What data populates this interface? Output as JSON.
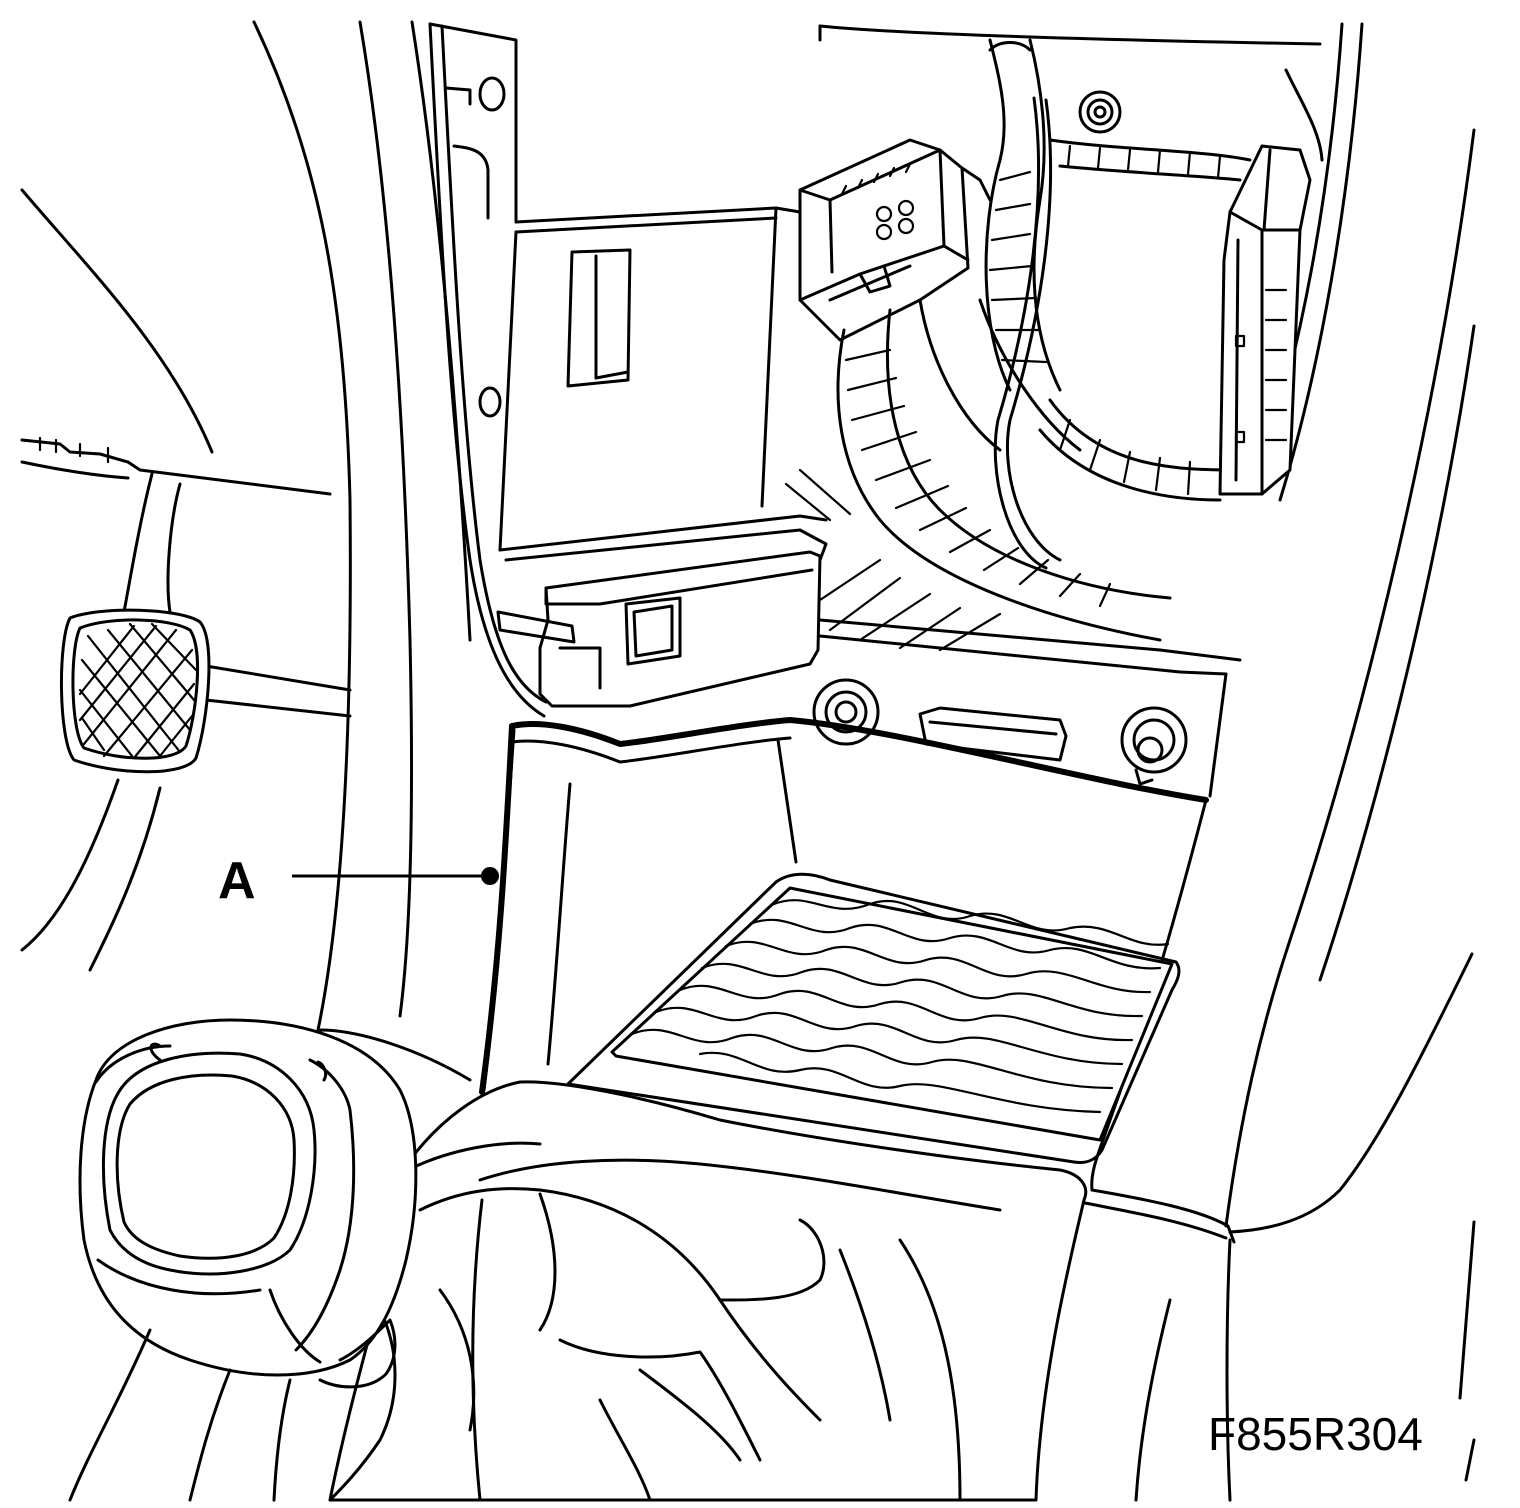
{
  "callouts": [
    {
      "id": "A",
      "label": "A"
    }
  ],
  "figure_code": "F855R304",
  "colors": {
    "line": "#000000",
    "background": "#ffffff"
  }
}
